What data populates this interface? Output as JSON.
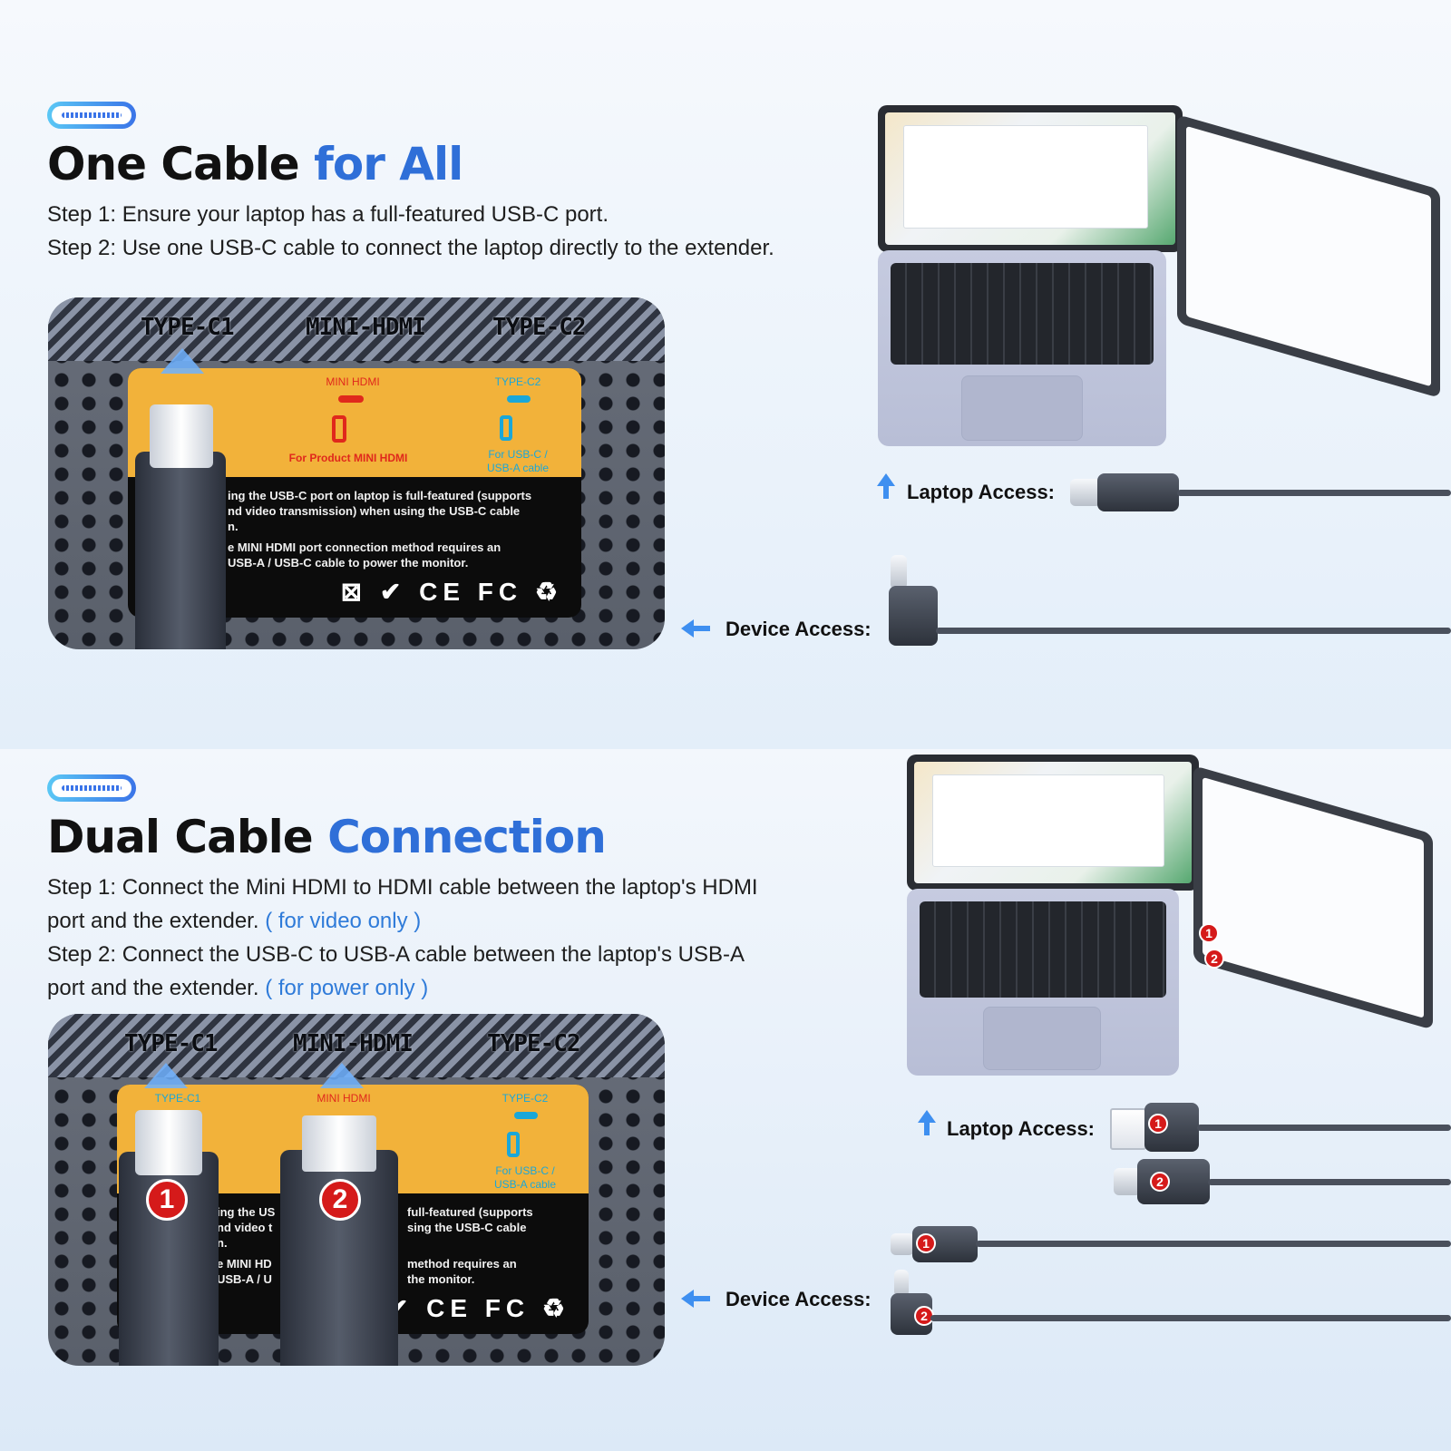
{
  "section1": {
    "title_main": "One Cable ",
    "title_accent": "for All",
    "step1": "Step 1: Ensure your laptop has a full-featured USB-C port.",
    "step2": "Step 2: Use one USB-C cable to connect the laptop directly to the extender.",
    "port_labels": [
      "TYPE-C1",
      "MINI-HDMI",
      "TYPE-C2"
    ],
    "card": {
      "mini_hdmi": "MINI HDMI",
      "type_c2": "TYPE-C2",
      "for_product": "For Product MINI HDMI",
      "for_usb": "For USB-C /",
      "usb_a": "USB-A cable",
      "line1": "ing the USB-C port on laptop is full-featured (supports",
      "line2": "nd video transmission) when using the USB-C cable",
      "line3": "n.",
      "line4": "e MINI HDMI port connection method requires an",
      "line5": "USB-A / USB-C cable to power the monitor.",
      "marks": "⊠ ✔ CE FC ♻"
    },
    "laptop_access": "Laptop Access:",
    "device_access": "Device Access:"
  },
  "section2": {
    "title_main": "Dual Cable ",
    "title_accent": "Connection",
    "step1a": "Step 1: Connect the Mini HDMI to HDMI cable between the laptop's HDMI",
    "step1b": "port and the extender. ",
    "step1_note": "( for video only )",
    "step2a": "Step 2: Connect the USB-C to USB-A cable between the laptop's USB-A",
    "step2b": "port and the extender. ",
    "step2_note": "( for power only )",
    "port_labels": [
      "TYPE-C1",
      "MINI-HDMI",
      "TYPE-C2"
    ],
    "card": {
      "type_c1": "TYPE-C1",
      "mini_hdmi": "MINI HDMI",
      "type_c2": "TYPE-C2",
      "for_usb": "For USB-C /",
      "usb_a": "USB-A cable",
      "line1": "ing the US",
      "line1b": "full-featured (supports",
      "line2": "nd video t",
      "line2b": "sing the USB-C cable",
      "line3": "n.",
      "line4": "e MINI HD",
      "line4b": "method requires an",
      "line5": "USB-A / U",
      "line5b": "the monitor.",
      "marks": "✔ CE FC ♻"
    },
    "badge1": "1",
    "badge2": "2",
    "laptop_access": "Laptop Access:",
    "device_access": "Device Access:"
  }
}
